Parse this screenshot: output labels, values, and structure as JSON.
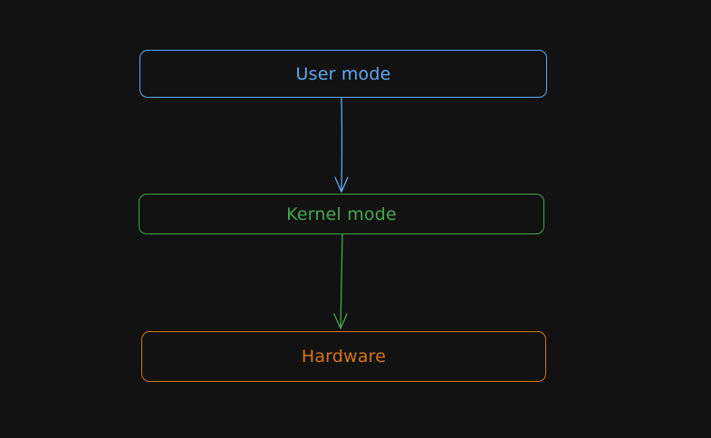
{
  "nodes": {
    "user": {
      "label": "User mode",
      "color": "#60a7f0"
    },
    "kernel": {
      "label": "Kernel mode",
      "color": "#44a84f"
    },
    "hardware": {
      "label": "Hardware",
      "color": "#d7770f"
    }
  },
  "edges": [
    {
      "from": "user",
      "to": "kernel",
      "color": "#60a7f0"
    },
    {
      "from": "kernel",
      "to": "hardware",
      "color": "#44a84f"
    }
  ]
}
